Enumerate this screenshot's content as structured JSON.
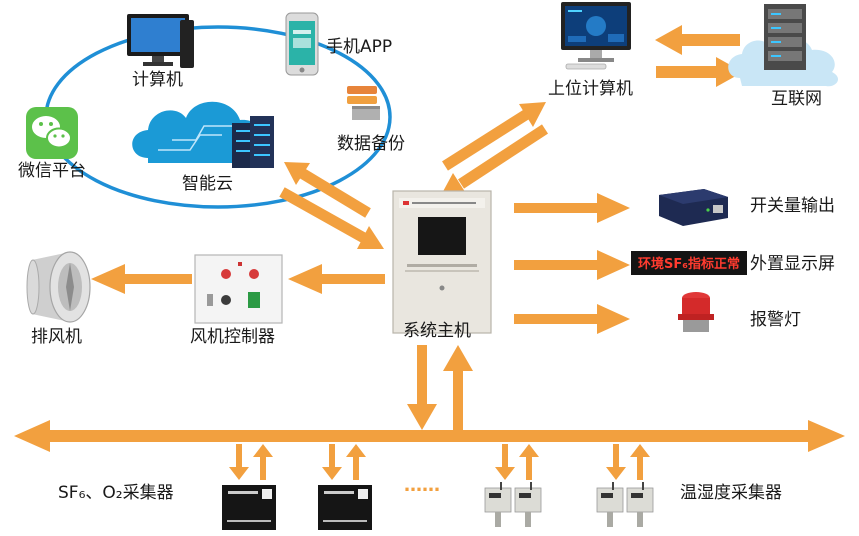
{
  "nodes": {
    "computer": "计算机",
    "mobile_app": "手机APP",
    "data_backup": "数据备份",
    "wechat": "微信平台",
    "smart_cloud": "智能云",
    "upper_computer": "上位计算机",
    "internet": "互联网",
    "switch_output": "开关量输出",
    "external_display": "外置显示屏",
    "alarm_light": "报警灯",
    "main_unit": "系统主机",
    "fan_controller": "风机控制器",
    "exhaust_fan": "排风机",
    "sf6_o2_collector": "SF₆、O₂采集器",
    "temp_humidity_collector": "温湿度采集器",
    "ellipsis": "……"
  },
  "led_display_text": "环境SF₆指标正常",
  "colors": {
    "arrow": "#f2a03f",
    "ring": "#1f8fd6",
    "cloud": "#1b9ad6",
    "wechat": "#5cc14a",
    "led_text": "#ff3b2f"
  }
}
